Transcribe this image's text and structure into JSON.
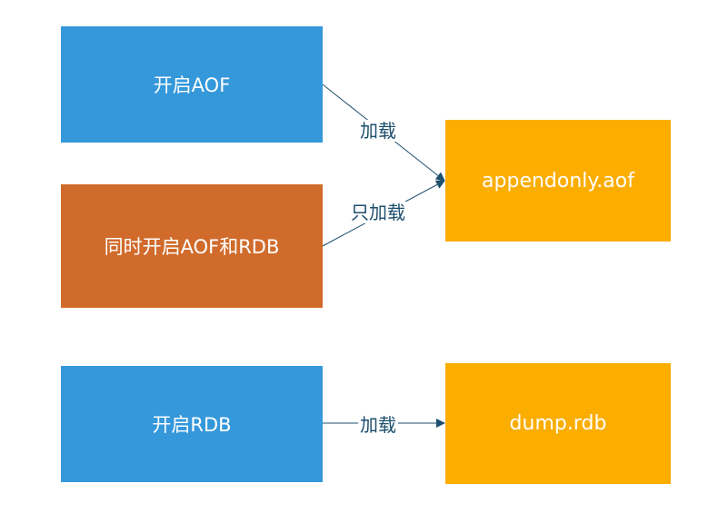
{
  "nodes": {
    "enable_aof": "开启AOF",
    "enable_both": "同时开启AOF和RDB",
    "enable_rdb": "开启RDB",
    "appendonly_file": "appendonly.aof",
    "dump_file": "dump.rdb"
  },
  "edges": {
    "aof_to_appendonly": "加载",
    "both_to_appendonly": "只加载",
    "rdb_to_dump": "加载"
  },
  "colors": {
    "blue": "#3598db",
    "orange": "#d06b2c",
    "yellow": "#fbad00",
    "connector": "#1d4f6e"
  }
}
